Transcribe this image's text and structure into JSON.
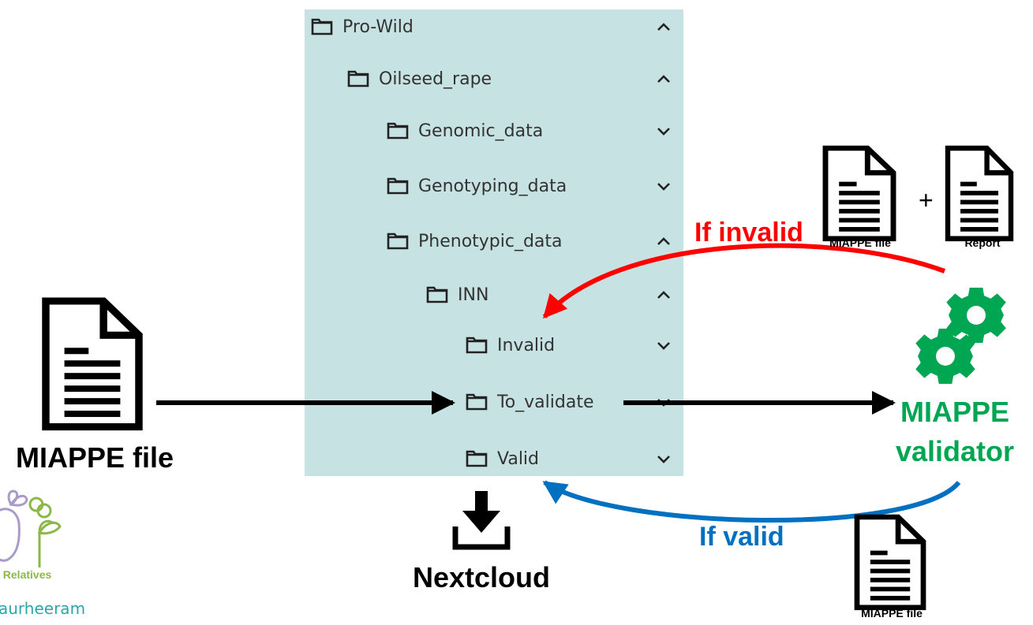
{
  "tree": {
    "items": [
      {
        "label": "Pro-Wild",
        "expanded": true
      },
      {
        "label": "Oilseed_rape",
        "expanded": true
      },
      {
        "label": "Genomic_data",
        "expanded": false
      },
      {
        "label": "Genotyping_data",
        "expanded": false
      },
      {
        "label": "Phenotypic_data",
        "expanded": true
      },
      {
        "label": "INN",
        "expanded": true
      },
      {
        "label": "Invalid",
        "expanded": false
      },
      {
        "label": "To_validate",
        "expanded": false
      },
      {
        "label": "Valid",
        "expanded": false
      }
    ]
  },
  "input_file": {
    "label": "MIAPPE file"
  },
  "nextcloud": {
    "label": "Nextcloud"
  },
  "validator": {
    "line1": "MIAPPE",
    "line2": "validator"
  },
  "invalid_flow": {
    "label": "If invalid",
    "file_caption": "MIAPPE file",
    "plus": "+",
    "report_caption": "Report"
  },
  "valid_flow": {
    "label": "If valid",
    "file_caption": "MIAPPE file"
  },
  "logo": {
    "text": "l Relatives",
    "subtext": "aurheeram"
  },
  "colors": {
    "panel": "#c7e2e2",
    "invalid_arrow": "#ff0000",
    "valid_arrow": "#0070c0",
    "validator_green": "#00a651",
    "logo_purple": "#a99bc9",
    "logo_green": "#8cb84a",
    "logo_teal": "#2aa7a6"
  }
}
